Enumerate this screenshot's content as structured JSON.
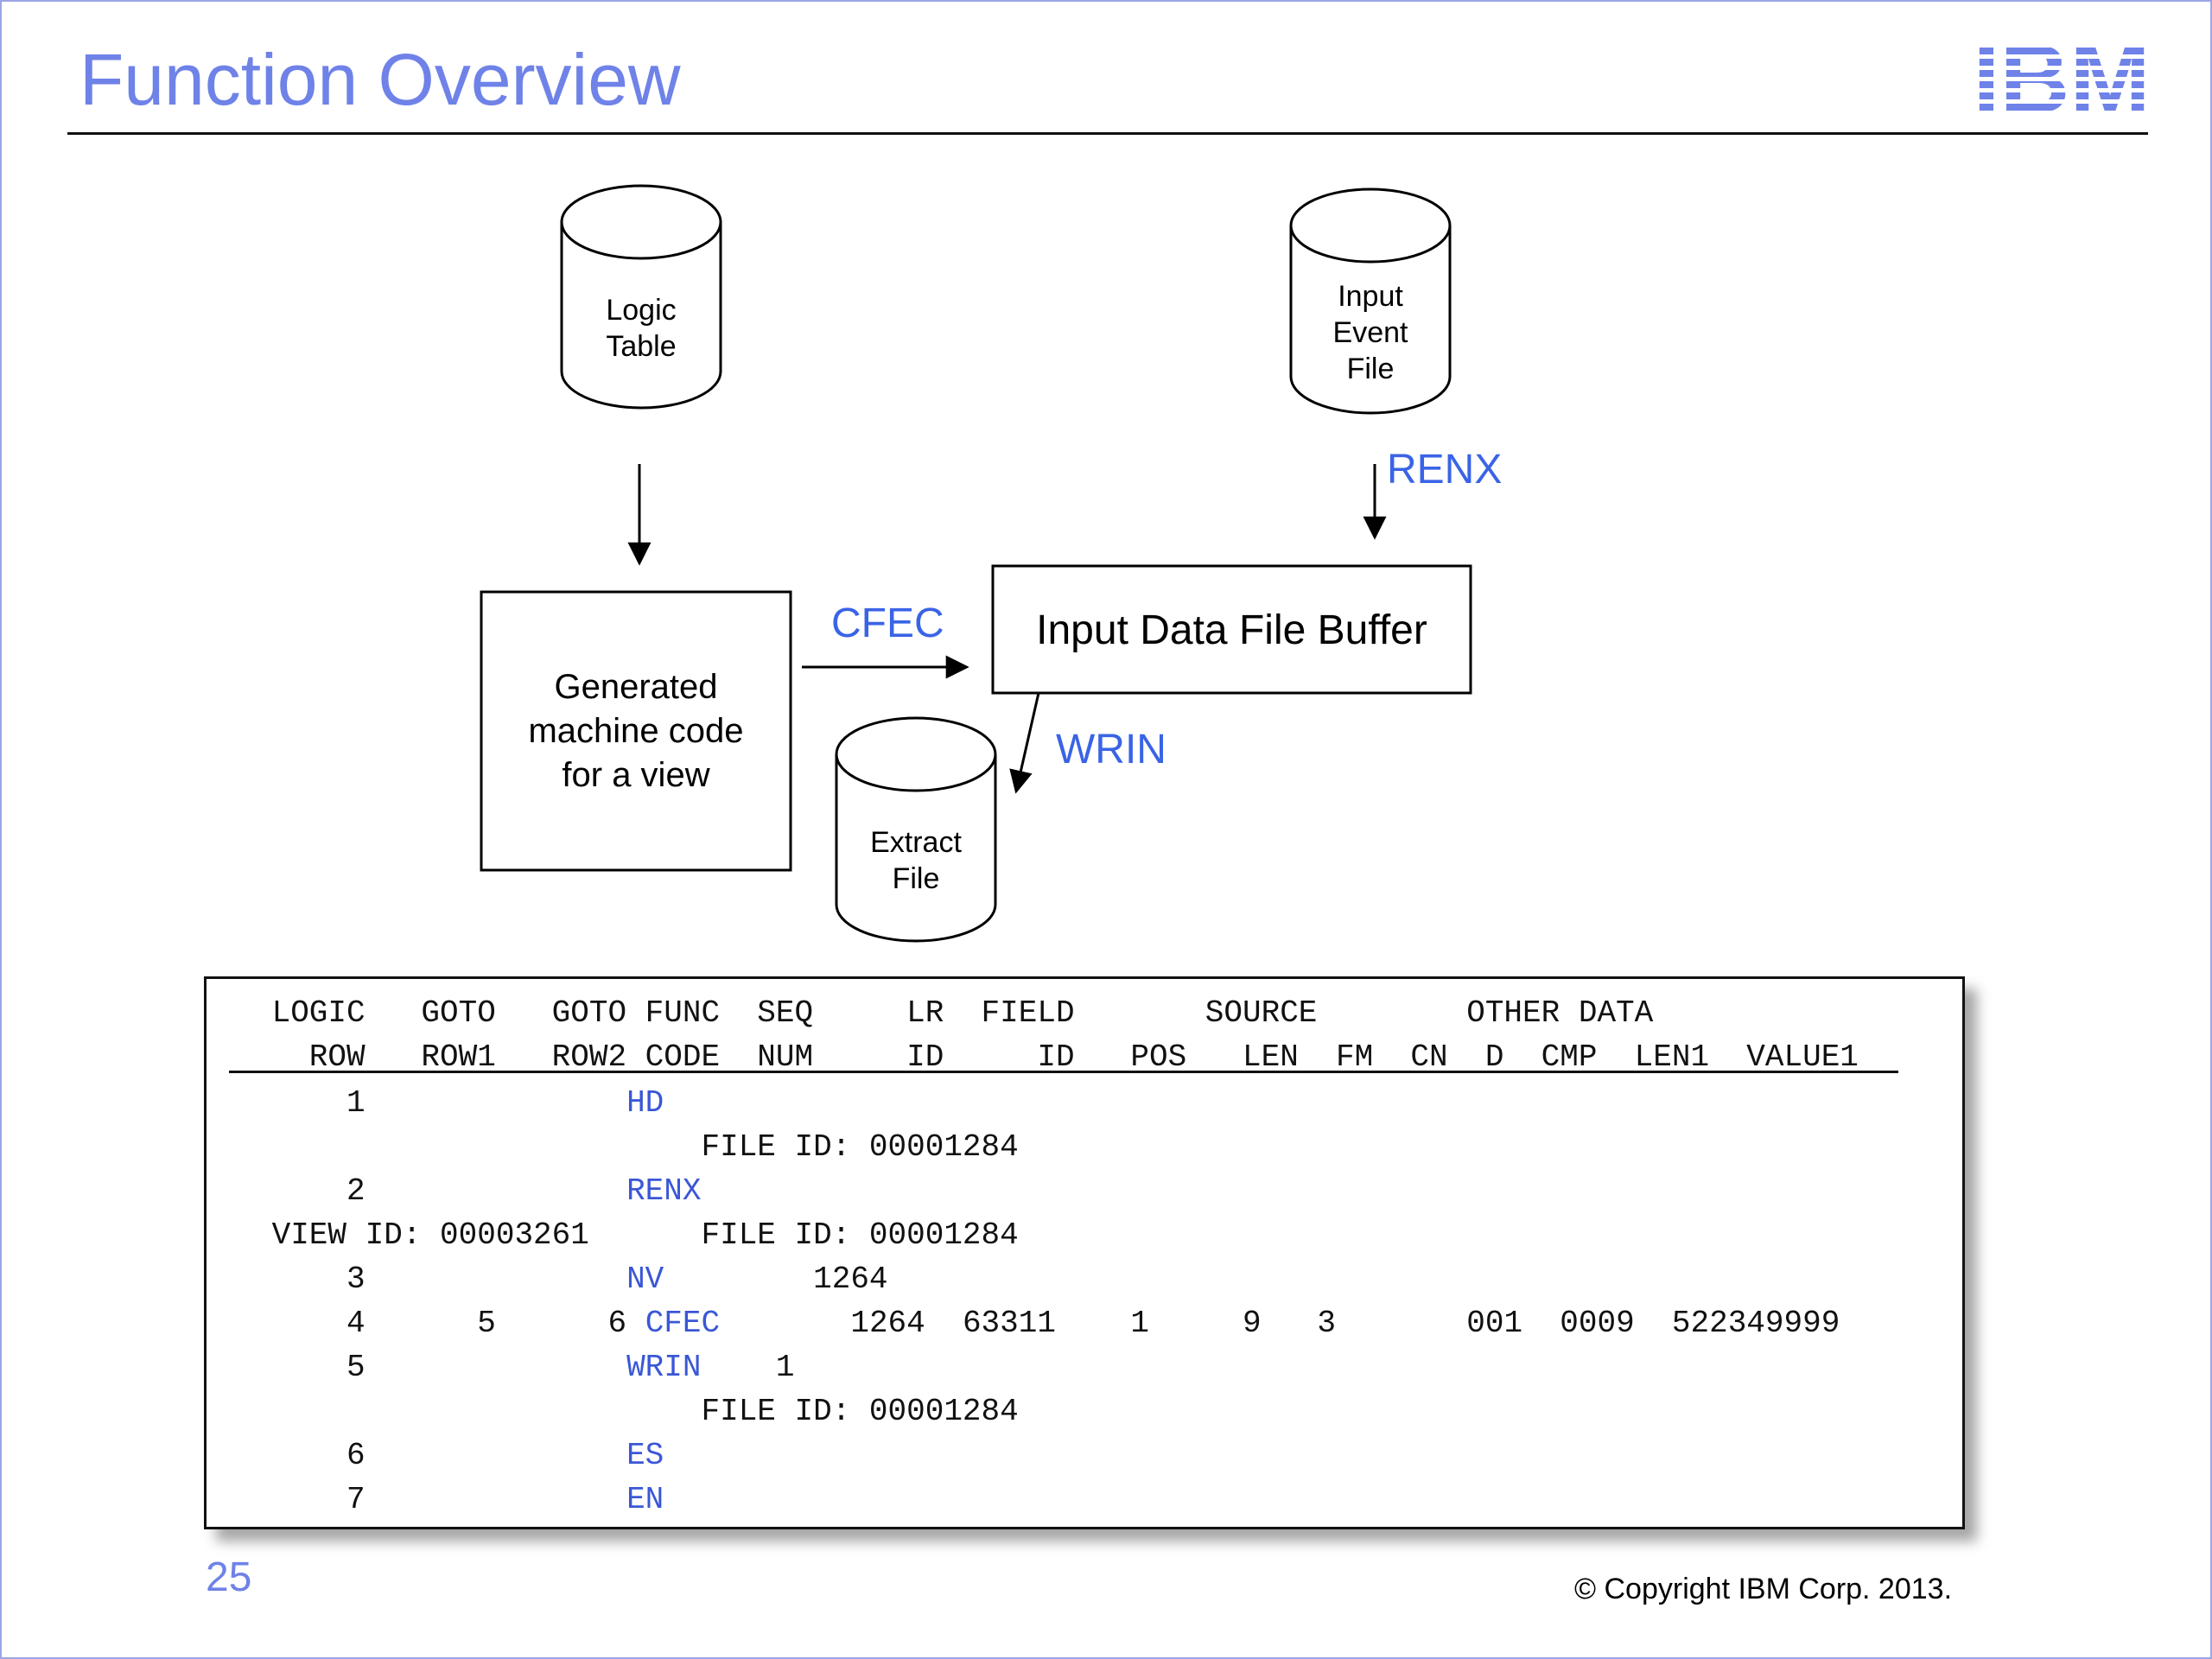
{
  "slide": {
    "title": "Function Overview",
    "page_number": "25",
    "copyright": "© Copyright IBM Corp. 2013.",
    "logo_text": "IBM"
  },
  "colors": {
    "title": "#6f82e8",
    "label_blue": "#3a64e6",
    "func_code_blue": "#3a57d6",
    "slide_border": "#9aa6e6"
  },
  "diagram": {
    "logic_table": [
      "Logic",
      "Table"
    ],
    "input_event_file": [
      "Input",
      "Event",
      "File"
    ],
    "generated_code": [
      "Generated",
      "machine code",
      "for a view"
    ],
    "input_buffer": "Input Data File Buffer",
    "extract_file": [
      "Extract",
      "File"
    ],
    "edge_renx": "RENX",
    "edge_cfec": "CFEC",
    "edge_wrin": "WRIN"
  },
  "table": {
    "header_line1": " LOGIC   GOTO   GOTO FUNC  SEQ     LR  FIELD       SOURCE        OTHER DATA",
    "header_line2": "   ROW   ROW1   ROW2 CODE  NUM     ID     ID   POS   LEN  FM  CN  D  CMP  LEN1  VALUE1",
    "rows": [
      {
        "prefix": "     1              ",
        "code": "HD",
        "rest": ""
      },
      {
        "prefix": "                        FILE ID: 00001284",
        "code": "",
        "rest": ""
      },
      {
        "prefix": "     2              ",
        "code": "RENX",
        "rest": ""
      },
      {
        "prefix": " VIEW ID: 00003261      FILE ID: 00001284",
        "code": "",
        "rest": ""
      },
      {
        "prefix": "     3              ",
        "code": "NV",
        "rest": "        1264"
      },
      {
        "prefix": "     4      5      6 ",
        "code": "CFEC",
        "rest": "       1264  63311    1     9   3       001  0009  522349999"
      },
      {
        "prefix": "     5              ",
        "code": "WRIN",
        "rest": "    1"
      },
      {
        "prefix": "                        FILE ID: 00001284",
        "code": "",
        "rest": ""
      },
      {
        "prefix": "     6              ",
        "code": "ES",
        "rest": ""
      },
      {
        "prefix": "     7              ",
        "code": "EN",
        "rest": ""
      }
    ]
  }
}
